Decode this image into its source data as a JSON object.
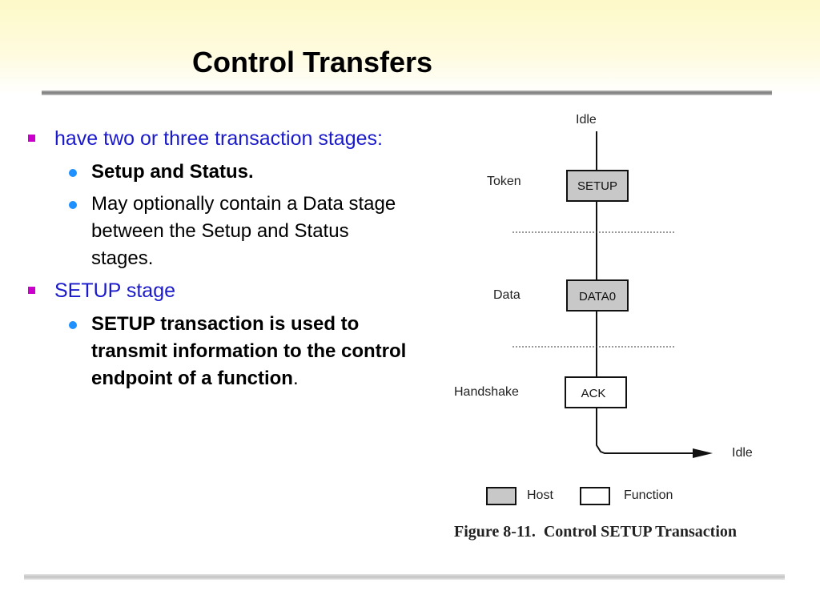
{
  "slide": {
    "title": "Control Transfers"
  },
  "bullets": [
    {
      "text": "have two or three transaction stages:",
      "children": [
        {
          "text": "Setup and Status.",
          "bold": true
        },
        {
          "text": "May optionally contain a Data stage between the Setup and Status stages.",
          "bold": false
        }
      ]
    },
    {
      "text": "SETUP stage",
      "children": [
        {
          "text": "SETUP transaction is used to transmit information to the control endpoint of a function",
          "suffix": ".",
          "bold": true
        }
      ]
    }
  ],
  "figure": {
    "idle_top": "Idle",
    "idle_bottom": "Idle",
    "stages": [
      {
        "label": "Token",
        "box": "SETUP",
        "owner": "host"
      },
      {
        "label": "Data",
        "box": "DATA0",
        "owner": "host"
      },
      {
        "label": "Handshake",
        "box": "ACK",
        "owner": "function"
      }
    ],
    "legend": {
      "host": "Host",
      "function": "Function"
    },
    "caption": "Figure 8-11.  Control SETUP Transaction",
    "colors": {
      "host_fill": "#c8c8c8",
      "function_fill": "#ffffff"
    }
  },
  "colors": {
    "level1_text": "#1a1acc",
    "level1_marker": "#cc00cc",
    "level2_marker": "#1e90ff"
  }
}
